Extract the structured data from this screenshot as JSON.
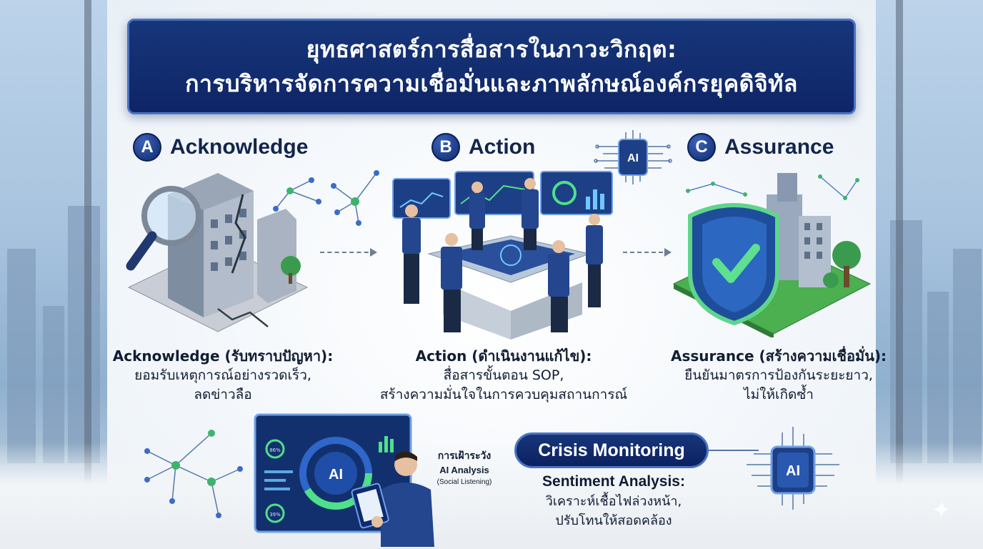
{
  "title": {
    "line1": "ยุทธศาสตร์การสื่อสารในภาวะวิกฤต:",
    "line2": "การบริหารจัดการความเชื่อมั่นและภาพลักษณ์องค์กรยุคดิจิทัล"
  },
  "steps": [
    {
      "letter": "A",
      "title": "Acknowledge",
      "caption_head": "Acknowledge (รับทราบปัญหา):",
      "caption_lines": [
        "ยอมรับเหตุการณ์อย่างรวดเร็ว,",
        "ลดข่าวลือ"
      ]
    },
    {
      "letter": "B",
      "title": "Action",
      "caption_head": "Action (ดำเนินงานแก้ไข):",
      "caption_lines": [
        "สื่อสารขั้นตอน SOP,",
        "สร้างความมั่นใจในการควบคุมสถานการณ์"
      ]
    },
    {
      "letter": "C",
      "title": "Assurance",
      "caption_head": "Assurance (สร้างความเชื่อมั่น):",
      "caption_lines": [
        "ยืนยันมาตรการป้องกันระยะยาว,",
        "ไม่ให้เกิดซ้ำ"
      ]
    }
  ],
  "ai_chip_label": "AI",
  "monitor": {
    "center_label": "AI",
    "gauge_top": "86%",
    "gauge_bottom": "39%"
  },
  "watch": {
    "line1": "การเฝ้าระวัง",
    "line2": "AI Analysis",
    "line3": "(Social Listening)"
  },
  "crisis": {
    "pill": "Crisis Monitoring",
    "sentiment_head": "Sentiment Analysis:",
    "sentiment_lines": [
      "วิเคราะห์เชื้อไฟล่วงหน้า,",
      "ปรับโทนให้สอดคล้อง"
    ]
  },
  "colors": {
    "navy": "#0e2566",
    "accent_blue": "#3a6cc9",
    "green": "#3db46d"
  }
}
